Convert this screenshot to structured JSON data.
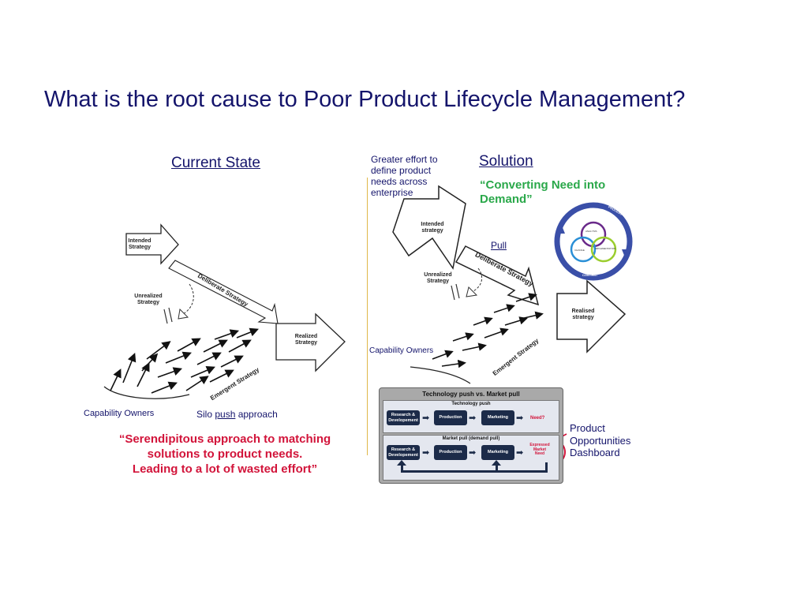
{
  "slide": {
    "title": "What is the root cause to Poor Product Lifecycle Management?"
  },
  "current_state": {
    "heading": "Current State",
    "diagram": {
      "intended": "Intended\nStrategy",
      "deliberate": "Deliberate Strategy",
      "unrealized": "Unrealized\nStrategy",
      "realized": "Realized\nStrategy",
      "emergent": "Emergent Strategy"
    },
    "capability_owners": "Capability Owners",
    "silo_prefix": "Silo ",
    "silo_push": "push",
    "silo_suffix": " approach",
    "quote_line1": "“Serendipitous  approach to matching",
    "quote_line2": "solutions to product needs.",
    "quote_line3": "Leading to a lot of wasted effort”"
  },
  "solution": {
    "greater_effort": "Greater effort to\ndefine product\nneeds across\nenterprise",
    "heading": "Solution",
    "quote_line1": "“Converting Need into",
    "quote_line2": "Demand”",
    "pull": "Pull",
    "diagram": {
      "intended": "Intended\nstrategy",
      "deliberate": "Deliberate Strategy",
      "unrealized": "Unrealized\nStrategy",
      "realised": "Realised\nstrategy",
      "emergent": "Emergent Strategy"
    },
    "capability_owners": "Capability Owners",
    "process_cycle": {
      "outer_top": "PROCESS",
      "outer_left": "CONTEXT",
      "outer_bottom": "CONTENT",
      "circle_top": "ANALYSIS",
      "circle_left": "CHANGE",
      "circle_right": "IMPLEMENTATION"
    },
    "push_pull": {
      "title": "Technology push vs. Market pull",
      "tech_push_title": "Technology push",
      "market_pull_title": "Market pull (demand pull)",
      "tech_boxes": [
        "Research &\nDevelopement",
        "Production",
        "Marketing"
      ],
      "tech_need": "Need?",
      "market_boxes": [
        "Research &\nDevelopement",
        "Production",
        "Marketing"
      ],
      "market_need": "Expressed\nMarket\nNeed"
    },
    "dashboard_label": "Product\nOpportunities\nDashboard"
  },
  "colors": {
    "title": "#14146b",
    "red": "#d2143a",
    "green": "#2aa84a",
    "panel_box": "#1c2b49",
    "divider": "#e0b84a"
  }
}
